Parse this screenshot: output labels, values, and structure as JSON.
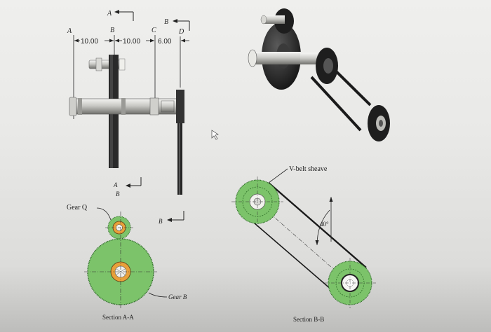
{
  "section_letters": {
    "a_top": "A",
    "b_top": "B",
    "a_left": "A",
    "b_left": "B",
    "c": "C",
    "d": "D",
    "a_mid": "A",
    "b_mid": "B",
    "b_bottom": "B"
  },
  "dimensions": {
    "ab": "10.00",
    "bc": "10.00",
    "cd": "6.00"
  },
  "labels": {
    "gear_q": "Gear Q",
    "gear_b": "Gear B",
    "v_belt_sheave": "V-belt sheave",
    "angle": "40°",
    "section_aa": "Section A-A",
    "section_bb": "Section B-B"
  },
  "colors": {
    "gear_fill": "#7cc36a",
    "gear_dark": "#3d8f33",
    "hub_orange": "#e8a03a",
    "shaft_gray": "#b8b8b4",
    "metal_dark": "#222222",
    "background": "#eaeae8"
  }
}
